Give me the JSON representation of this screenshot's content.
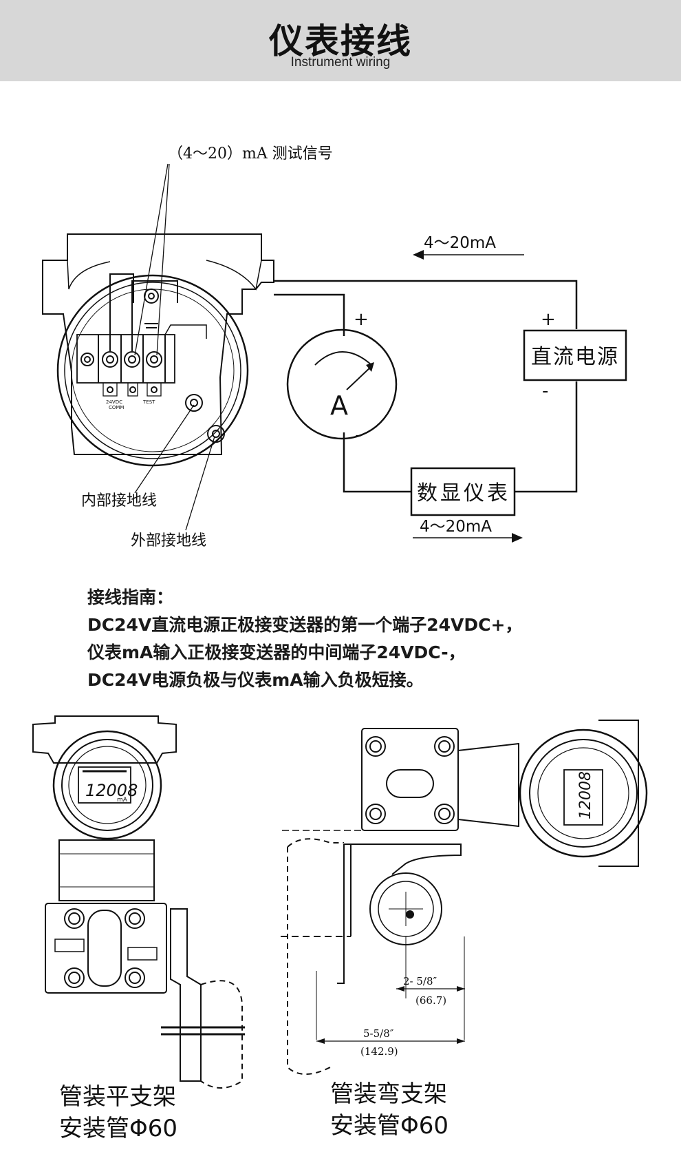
{
  "header": {
    "title": "仪表接线",
    "subtitle": "Instrument wiring"
  },
  "wiring": {
    "test_signal_label": "（4～20）mA 测试信号",
    "current_top": "4～20mA",
    "current_bottom": "4～20mA",
    "plus_meter": "+",
    "minus_meter": "-",
    "plus_power": "+",
    "minus_power": "-",
    "ammeter_symbol": "A",
    "power_supply_label": "直流电源",
    "display_meter_label": "数显仪表",
    "internal_ground_label": "内部接地线",
    "external_ground_label": "外部接地线",
    "terminal_24vdc": "24VDC",
    "terminal_comm": "COMM",
    "terminal_test": "TEST"
  },
  "guide": {
    "heading": "接线指南：",
    "line1": "DC24V直流电源正极接变送器的第一个端子24VDC+，",
    "line2": "仪表mA输入正极接变送器的中间端子24VDC-，",
    "line3": "DC24V电源负极与仪表mA输入负极短接。"
  },
  "mounting": {
    "left_display": "12008",
    "left_unit": "mA",
    "right_display": "12008",
    "dim1_label": "2- 5/8″",
    "dim1_value": "(66.7)",
    "dim2_label": "5-5/8″",
    "dim2_value": "(142.9)",
    "left_caption_line1": "管装平支架",
    "left_caption_line2": "安装管Φ60",
    "right_caption_line1": "管装弯支架",
    "right_caption_line2": "安装管Φ60"
  }
}
